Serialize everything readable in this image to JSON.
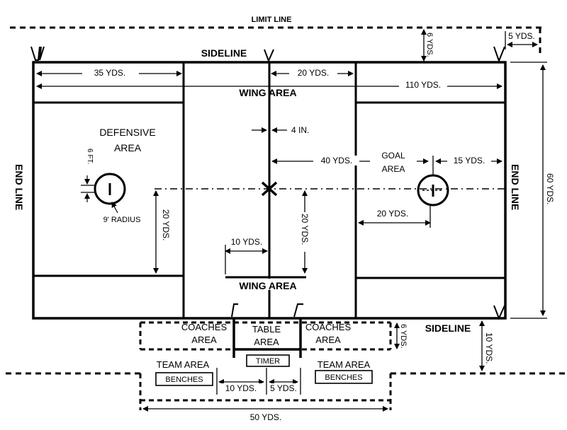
{
  "labels": {
    "limit_line": "LIMIT LINE",
    "sideline_top": "SIDELINE",
    "sideline_bottom": "SIDELINE",
    "end_line_left": "END LINE",
    "end_line_right": "END LINE",
    "wing_area_top": "WING AREA",
    "wing_area_bottom": "WING AREA",
    "defensive_area_1": "DEFENSIVE",
    "defensive_area_2": "AREA",
    "goal_area_1": "GOAL",
    "goal_area_2": "AREA",
    "coaches_area_left_1": "COACHES",
    "coaches_area_left_2": "AREA",
    "coaches_area_right_1": "COACHES",
    "coaches_area_right_2": "AREA",
    "table_area_1": "TABLE",
    "table_area_2": "AREA",
    "timer": "TIMER",
    "team_area_left": "TEAM AREA",
    "team_area_right": "TEAM AREA",
    "benches_left": "BENCHES",
    "benches_right": "BENCHES"
  },
  "dims": {
    "yds_35": "35 YDS.",
    "yds_20_top": "20 YDS.",
    "yds_110": "110 YDS.",
    "in_4": "4 IN.",
    "yds_40": "40 YDS.",
    "yds_15": "15 YDS.",
    "ft_6": "6 FT.",
    "radius_9": "9' RADIUS",
    "yds_20_left_vert": "20 YDS.",
    "yds_10_center": "10 YDS.",
    "yds_20_center_vert": "20 YDS.",
    "yds_20_right": "20 YDS.",
    "yds_6_top": "6 YDS.",
    "yds_5_top": "5 YDS.",
    "yds_60": "60 YDS.",
    "yds_6_bottom": "6 YDS.",
    "yds_10_right_vert": "10 YDS.",
    "yds_10_bottom": "10 YDS.",
    "yds_5_bottom": "5 YDS.",
    "yds_50": "50 YDS."
  }
}
